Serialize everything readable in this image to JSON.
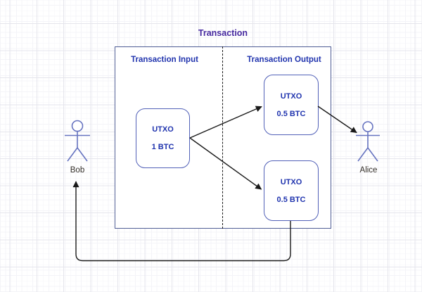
{
  "diagram": {
    "title": "Transaction",
    "sections": {
      "input": {
        "label": "Transaction Input"
      },
      "output": {
        "label": "Transaction Output"
      }
    },
    "utxos": [
      {
        "id": "input-utxo",
        "label": "UTXO",
        "amount": "1 BTC"
      },
      {
        "id": "output-utxo-1",
        "label": "UTXO",
        "amount": "0.5 BTC"
      },
      {
        "id": "output-utxo-2",
        "label": "UTXO",
        "amount": "0.5 BTC"
      }
    ],
    "actors": [
      {
        "name": "Bob",
        "side": "left"
      },
      {
        "name": "Alice",
        "side": "right"
      }
    ],
    "icons": [
      "stick-figure-icon",
      "arrow-icon"
    ],
    "colors": {
      "title": "#45289f",
      "section_label": "#2134ae",
      "utxo_text": "#1f33ae",
      "outer_box_border": "#4f5d95",
      "utxo_box_border": "#5261b8",
      "actor_stroke": "#6673c0",
      "arrow": "#1a1a1a",
      "actor_label": "#332e28"
    }
  }
}
